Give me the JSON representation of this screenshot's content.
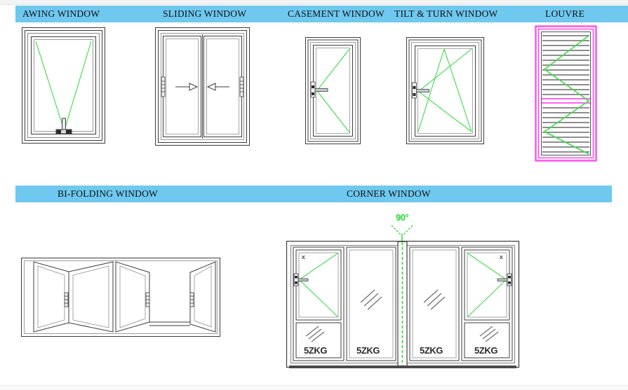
{
  "document": {
    "title": "Window Types Technical Drawing Sheet",
    "background_color": "#ffffff",
    "header_bar_color": "#6ec8ef",
    "swing_line_color": "#3ddc46",
    "louvre_frame_color": "#ff4df0",
    "outline_color": "#3c3c3c"
  },
  "row1": {
    "headers": [
      {
        "label": "AWING WINDOW"
      },
      {
        "label": "SLIDING WINDOW"
      },
      {
        "label": "CASEMENT WINDOW"
      },
      {
        "label": "TILT & TURN WINDOW"
      },
      {
        "label": "LOUVRE"
      }
    ],
    "figures": [
      {
        "name": "awning-window",
        "caption": "AWING WINDOW",
        "opening": "bottom-hinged outward, V swing symbol, handle at bottom rail"
      },
      {
        "name": "sliding-window",
        "caption": "SLIDING WINDOW",
        "opening": "two sliding sashes, arrows point inward, handles at outer stiles"
      },
      {
        "name": "casement-window",
        "caption": "CASEMENT WINDOW",
        "opening": "side-hinged right, swing triangle to left handle"
      },
      {
        "name": "tilt-turn-window",
        "caption": "TILT & TURN WINDOW",
        "opening": "tilt triangle plus turn triangle, handle at left stile"
      },
      {
        "name": "louvre-window",
        "caption": "LOUVRE",
        "opening": "horizontal adjustable blades, zig-zag operation symbol"
      }
    ]
  },
  "row2": {
    "headers": [
      {
        "label": "BI-FOLDING WINDOW"
      },
      {
        "label": "CORNER WINDOW"
      }
    ],
    "figures": [
      {
        "name": "bi-folding-window",
        "caption": "BI-FOLDING WINDOW",
        "opening": "four concertina panels folded in perspective, three handles"
      },
      {
        "name": "corner-window",
        "caption": "CORNER WINDOW",
        "opening": "90 degree corner joint, two casement sashes at ends, fixed glass in middle"
      }
    ]
  },
  "corner_window": {
    "angle_label": "90°",
    "sash_marks": [
      "X",
      "X"
    ],
    "panel_labels": [
      "5ZKG",
      "5ZKG",
      "5ZKG",
      "5ZKG"
    ],
    "panel_count": 4
  }
}
